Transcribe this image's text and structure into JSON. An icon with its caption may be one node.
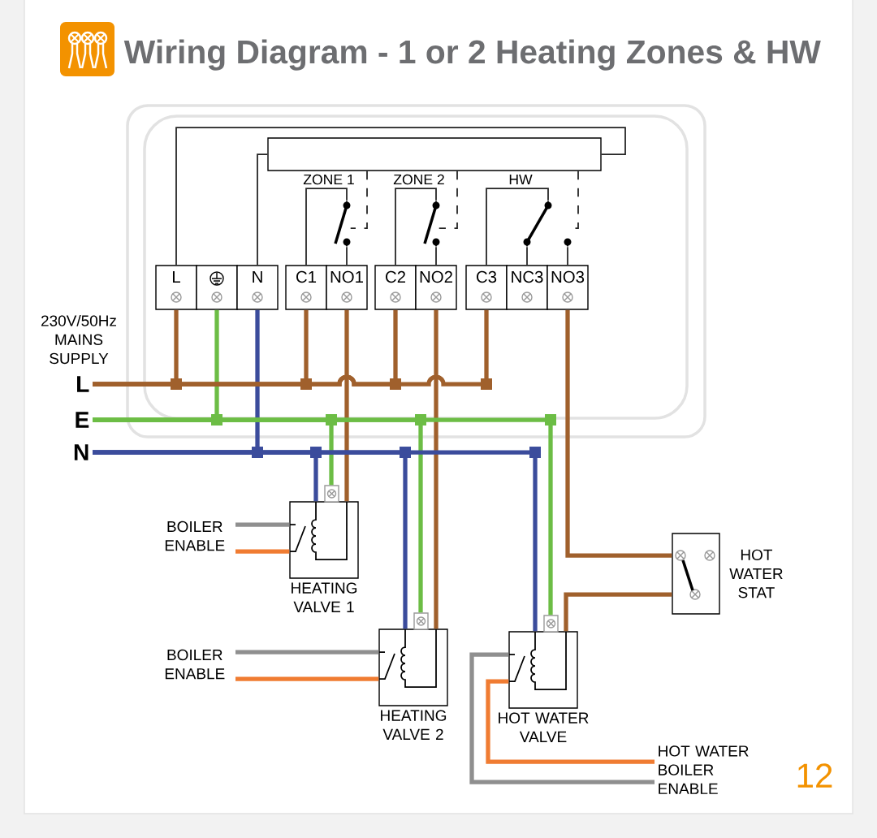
{
  "diagram": {
    "title": "Wiring Diagram - 1 or 2 Heating Zones & HW",
    "nodes": [
      {
        "text": [],
        "shape": "box"
      },
      {
        "text": [
          "L"
        ]
      },
      {
        "text": [],
        "shape": "box"
      },
      {
        "text": [
          "N"
        ]
      },
      {
        "text": [
          "C1"
        ]
      },
      {
        "text": [
          "NO1"
        ]
      },
      {
        "text": [
          "C2"
        ]
      },
      {
        "text": [
          "NO2"
        ]
      },
      {
        "text": [
          "C3"
        ]
      },
      {
        "text": [
          "NC3"
        ]
      },
      {
        "text": [
          "NO3"
        ]
      },
      {
        "text": [
          "L"
        ]
      },
      {
        "text": [
          "E"
        ]
      },
      {
        "text": [
          "N"
        ]
      },
      {
        "text": [
          "BOILER ENABLE"
        ]
      },
      {
        "text": [
          "HEATING VALVE 1"
        ]
      },
      {
        "text": [
          "HOT WATER STAT"
        ]
      },
      {
        "text": [
          "BOILER ENABLE"
        ]
      },
      {
        "text": [
          "HEATING VALVE 2"
        ]
      },
      {
        "text": [
          "HOT WATER VALVE"
        ]
      },
      {
        "text": [
          "HOT WATER BOILER ENABLE"
        ]
      },
      {
        "text": [],
        "shape": "switch"
      },
      {
        "text": [],
        "shape": "switch"
      },
      {
        "text": [],
        "shape": "switch"
      }
    ],
    "edges": [
      {
        "from": 1,
        "to": 0,
        "arrow": "none",
        "color": "#222222"
      },
      {
        "from": 3,
        "to": 0,
        "arrow": "none",
        "color": "#222222"
      },
      {
        "from": 1,
        "to": 11,
        "arrow": "none",
        "color": "#a0602c"
      },
      {
        "from": 2,
        "to": 12,
        "arrow": "none",
        "color": "#6cbd45"
      },
      {
        "from": 3,
        "to": 13,
        "arrow": "none",
        "color": "#3b4c9c"
      },
      {
        "from": 4,
        "to": 11,
        "arrow": "none",
        "color": "#a0602c"
      },
      {
        "from": 6,
        "to": 11,
        "arrow": "none",
        "color": "#a0602c"
      },
      {
        "from": 8,
        "to": 11,
        "arrow": "none",
        "color": "#a0602c"
      },
      {
        "from": 5,
        "to": 15,
        "arrow": "none",
        "color": "#a0602c"
      },
      {
        "from": 7,
        "to": 18,
        "arrow": "none",
        "color": "#a0602c"
      },
      {
        "from": 10,
        "to": 16,
        "arrow": "none",
        "color": "#a0602c"
      },
      {
        "from": 16,
        "to": 19,
        "arrow": "none",
        "color": "#a0602c"
      },
      {
        "from": 12,
        "to": 15,
        "arrow": "none",
        "color": "#6cbd45"
      },
      {
        "from": 12,
        "to": 18,
        "arrow": "none",
        "color": "#6cbd45"
      },
      {
        "from": 12,
        "to": 19,
        "arrow": "none",
        "color": "#6cbd45"
      },
      {
        "from": 13,
        "to": 15,
        "arrow": "none",
        "color": "#3b4c9c"
      },
      {
        "from": 13,
        "to": 18,
        "arrow": "none",
        "color": "#3b4c9c"
      },
      {
        "from": 13,
        "to": 19,
        "arrow": "none",
        "color": "#3b4c9c"
      },
      {
        "from": 14,
        "to": 15,
        "arrow": "none",
        "color": "#8f8f8f"
      },
      {
        "from": 14,
        "to": 15,
        "arrow": "none",
        "color": "#f07c32"
      },
      {
        "from": 17,
        "to": 18,
        "arrow": "none",
        "color": "#8f8f8f"
      },
      {
        "from": 17,
        "to": 18,
        "arrow": "none",
        "color": "#f07c32"
      },
      {
        "from": 20,
        "to": 19,
        "arrow": "none",
        "color": "#8f8f8f"
      },
      {
        "from": 20,
        "to": 19,
        "arrow": "none",
        "color": "#f07c32"
      },
      {
        "from": 4,
        "to": 21,
        "arrow": "none",
        "color": "#222222"
      },
      {
        "from": 21,
        "to": 5,
        "arrow": "none",
        "color": "#222222"
      },
      {
        "from": 0,
        "to": 21,
        "arrow": "none",
        "style": "dashed",
        "color": "#222222"
      },
      {
        "from": 6,
        "to": 22,
        "arrow": "none",
        "color": "#222222"
      },
      {
        "from": 22,
        "to": 7,
        "arrow": "none",
        "color": "#222222"
      },
      {
        "from": 0,
        "to": 22,
        "arrow": "none",
        "style": "dashed",
        "color": "#222222"
      },
      {
        "from": 8,
        "to": 23,
        "arrow": "none",
        "color": "#222222"
      },
      {
        "from": 23,
        "to": 9,
        "arrow": "none",
        "color": "#222222"
      },
      {
        "from": 23,
        "to": 10,
        "arrow": "none",
        "color": "#222222"
      },
      {
        "from": 0,
        "to": 23,
        "arrow": "none",
        "style": "dashed",
        "color": "#222222"
      }
    ],
    "labels": [
      "ZONE 1",
      "ZONE 2",
      "HW",
      "230V/50Hz MAINS SUPPLY",
      "12"
    ]
  }
}
